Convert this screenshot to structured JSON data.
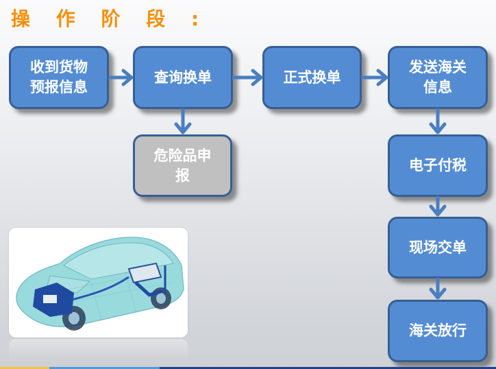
{
  "title": "操 作 阶 段 :",
  "colors": {
    "title": "#f5900a",
    "box_fill": "#548cd4",
    "box_border": "#365f93",
    "grey_box_fill": "#c0c0c0",
    "arrow": "#4a7ebf",
    "strip_yellow": "#f2c14e",
    "strip_lightblue": "#4f9ad8",
    "strip_darkblue": "#253f8a"
  },
  "flow": {
    "steps": [
      {
        "id": "receive-forecast",
        "label_lines": [
          "收到货物",
          "预报信息"
        ]
      },
      {
        "id": "query-exchange",
        "label_lines": [
          "查询换单"
        ]
      },
      {
        "id": "formal-exchange",
        "label_lines": [
          "正式换单"
        ]
      },
      {
        "id": "send-customs-info",
        "label_lines": [
          "发送海关",
          "信息"
        ]
      },
      {
        "id": "dangerous-goods",
        "label_lines": [
          "危险品申",
          "报"
        ]
      },
      {
        "id": "e-tax-payment",
        "label_lines": [
          "电子付税"
        ]
      },
      {
        "id": "onsite-submission",
        "label_lines": [
          "现场交单"
        ]
      },
      {
        "id": "customs-release",
        "label_lines": [
          "海关放行"
        ]
      }
    ],
    "connections": [
      [
        "收到货物预报信息",
        "查询换单"
      ],
      [
        "查询换单",
        "正式换单"
      ],
      [
        "正式换单",
        "发送海关信息"
      ],
      [
        "查询换单",
        "危险品申报"
      ],
      [
        "发送海关信息",
        "电子付税"
      ],
      [
        "电子付税",
        "现场交单"
      ],
      [
        "现场交单",
        "海关放行"
      ]
    ]
  },
  "image": {
    "description": "hybrid car transparent cutaway illustration"
  }
}
